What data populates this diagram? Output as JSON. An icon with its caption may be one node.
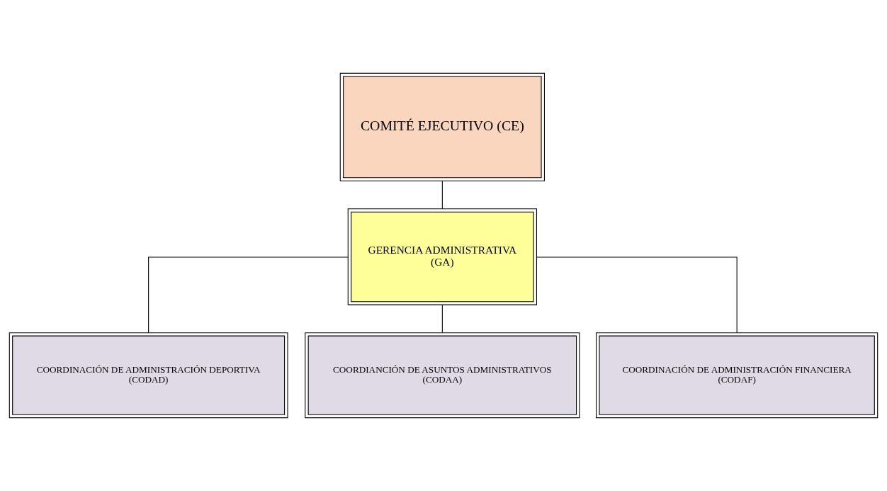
{
  "diagram": {
    "nodes": [
      {
        "text": [
          "COMITÉ EJECUTIVO (CE)"
        ]
      },
      {
        "text": [
          "GERENCIA ADMINISTRATIVA",
          "(GA)"
        ]
      },
      {
        "text": [
          "COORDINACIÓN DE ADMINISTRACIÓN DEPORTIVA",
          "(CODAD)"
        ]
      },
      {
        "text": [
          "COORDIANCIÓN DE ASUNTOS ADMINISTRATIVOS",
          "(CODAA)"
        ]
      },
      {
        "text": [
          "COORDINACIÓN DE ADMINISTRACIÓN FINANCIERA",
          "(CODAF)"
        ]
      }
    ],
    "edges": [
      {
        "from": 0,
        "to": 1,
        "arrow": "none"
      },
      {
        "from": 1,
        "to": 2,
        "arrow": "none"
      },
      {
        "from": 1,
        "to": 3,
        "arrow": "none"
      },
      {
        "from": 1,
        "to": 4,
        "arrow": "none"
      }
    ]
  }
}
